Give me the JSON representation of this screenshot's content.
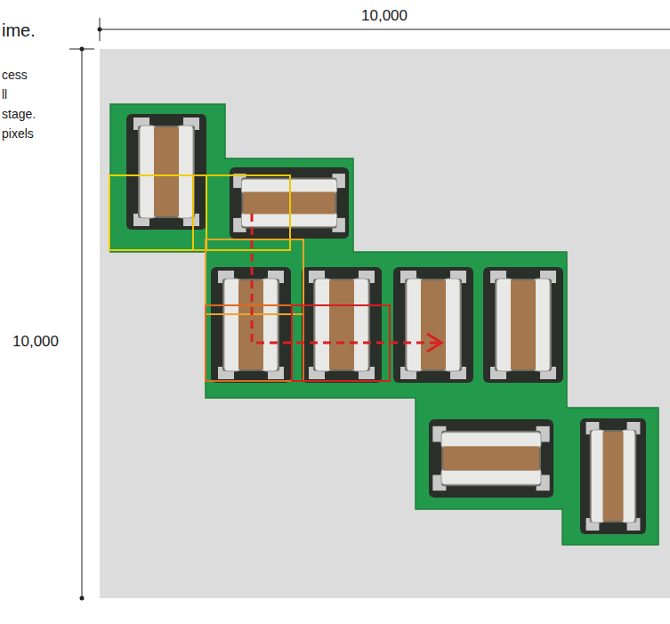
{
  "diagram": {
    "labels": [
      "ime.",
      "cess",
      "ll",
      "stage.",
      "pixels",
      "10,000",
      "10,000"
    ]
  }
}
